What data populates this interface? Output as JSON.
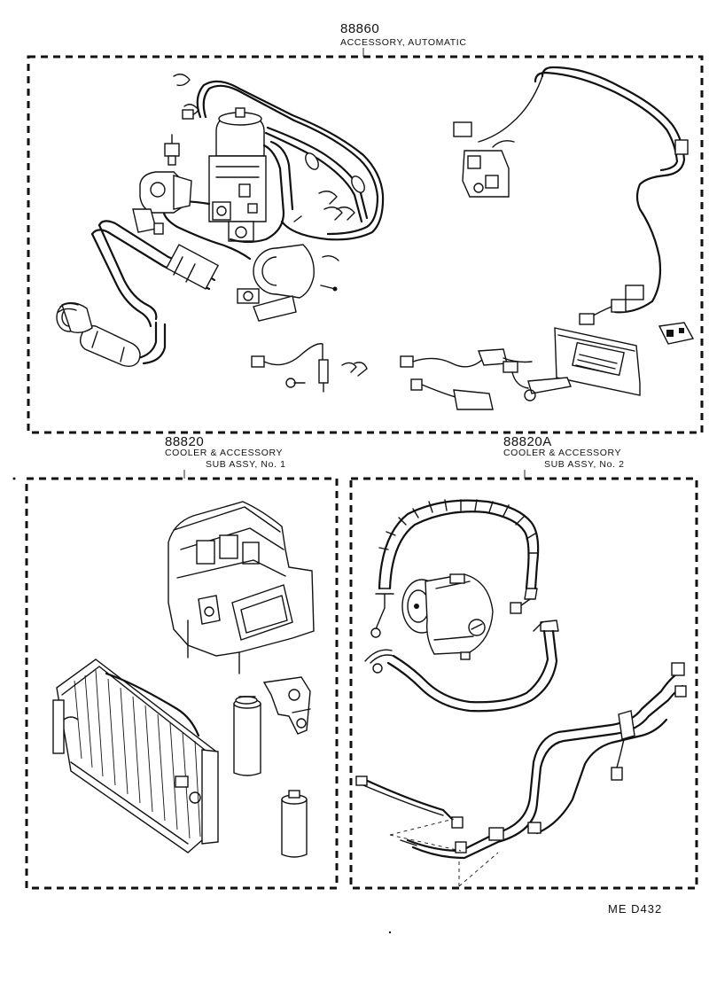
{
  "groups": [
    {
      "part_no": "88860",
      "desc": [
        "ACCESSORY, AUTOMATIC"
      ]
    },
    {
      "part_no": "88820",
      "desc": [
        "COOLER & ACCESSORY",
        "SUB ASSY, No. 1"
      ]
    },
    {
      "part_no": "88820A",
      "desc": [
        "COOLER & ACCESSORY",
        "SUB ASSY, No. 2"
      ]
    }
  ],
  "footer": {
    "code": "ME  D432"
  }
}
